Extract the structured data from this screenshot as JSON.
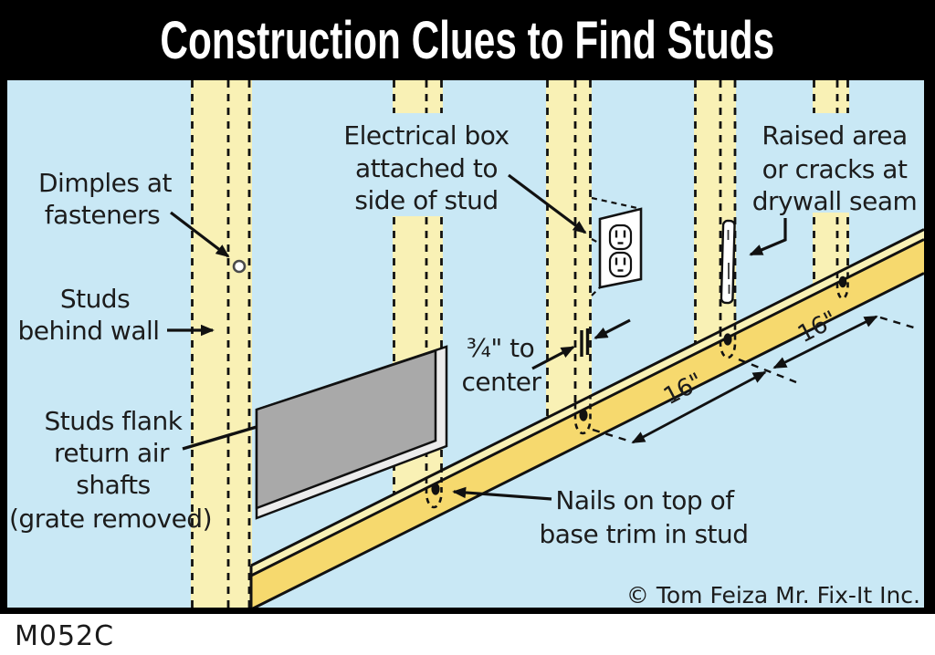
{
  "title": "Construction Clues to Find Studs",
  "figure_code": "M052C",
  "copyright": "© Tom Feiza Mr. Fix-It Inc.",
  "labels": {
    "dimples": {
      "lines": [
        "Dimples at",
        "fasteners"
      ]
    },
    "studs_behind": {
      "lines": [
        "Studs",
        "behind wall"
      ]
    },
    "electrical": {
      "lines": [
        "Electrical box",
        "attached to",
        "side of stud"
      ]
    },
    "raised_seam": {
      "lines": [
        "Raised area",
        "or cracks at",
        "drywall seam"
      ]
    },
    "offset": {
      "lines": [
        "¾\" to",
        "center"
      ]
    },
    "flank": {
      "lines": [
        "Studs flank",
        "return air",
        "shafts",
        "(grate removed)"
      ]
    },
    "nails": {
      "lines": [
        "Nails on top of",
        "base trim in stud"
      ]
    },
    "dimension_1": "16\"",
    "dimension_2": "16\""
  },
  "colors": {
    "wall": "#c9e8f5",
    "stud": "#f9f1b5",
    "trim_face": "#f6d96e",
    "trim_top": "#f9f1b5",
    "grate_panel": "#a9a9a9",
    "grate_frame": "#ececec",
    "outline": "#111111"
  }
}
